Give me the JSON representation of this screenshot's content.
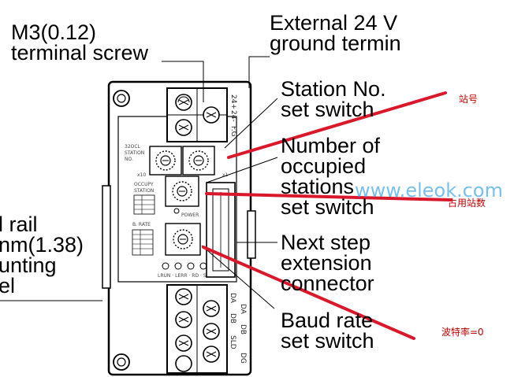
{
  "labels": {
    "m3_screw": [
      "M3(0.12)",
      "terminal screw"
    ],
    "external_24v": [
      "External 24 V",
      "ground termin"
    ],
    "station_no": [
      "Station No.",
      "set switch"
    ],
    "occupied": [
      "Number of",
      "occupied",
      "stations",
      "set switch"
    ],
    "next_step": [
      "Next step",
      "extension",
      "connector"
    ],
    "baud_rate": [
      "Baud rate",
      "set switch"
    ],
    "din_rail": [
      "l rail",
      "nm(1.38)",
      "unting",
      "el"
    ]
  },
  "annotations": {
    "station_cn": "站号",
    "occupied_cn": "占用站数",
    "baud_cn": "波特率=0"
  },
  "watermark": "www.eleok.com",
  "panel_text": {
    "top_terminals": [
      "24+",
      "24-",
      "F.G"
    ],
    "station_title": [
      "32OCL",
      "STATION",
      "NO."
    ],
    "x10": "x10",
    "x1": "x1",
    "occupy_title": [
      "OCCUPY",
      "STATION"
    ],
    "power": "POWER",
    "brate": "B. RATE",
    "leds": "LRUN · LERR · RD · SD",
    "bottom_terminals_left": [
      "DA",
      "DB",
      "SLD"
    ],
    "bottom_terminals_right": [
      "DA",
      "DB",
      "DG"
    ]
  },
  "colors": {
    "annotation_line": "#d9182b",
    "watermark": "#3ea6e8"
  }
}
